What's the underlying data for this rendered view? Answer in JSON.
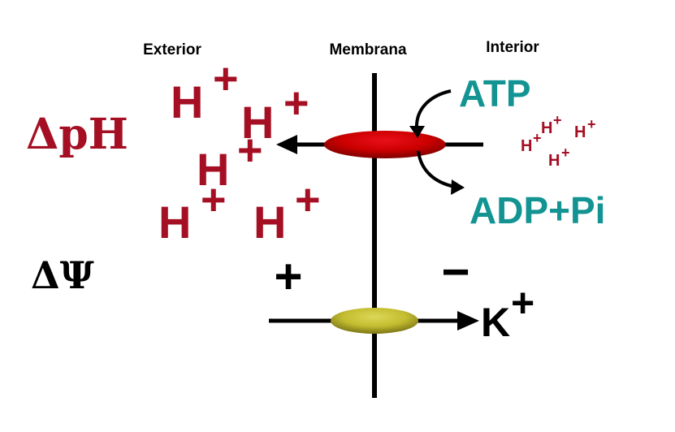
{
  "labels": {
    "exterior": "Exterior",
    "membrane": "Membrana",
    "interior": "Interior"
  },
  "gradients": {
    "delta_ph": "ΔpH",
    "delta_psi": "ΔΨ"
  },
  "charges": {
    "exterior": "+",
    "interior": "−"
  },
  "molecules": {
    "atp": "ATP",
    "adp_pi": "ADP+Pi",
    "potassium": "K",
    "potassium_charge": "+",
    "proton": "H",
    "proton_charge": "+"
  },
  "colors": {
    "proton_red": "#a50f23",
    "atpase_red": "#cc0000",
    "atp_teal": "#139493",
    "transporter_yellow": "#c9c33a",
    "line_black": "#000000"
  }
}
